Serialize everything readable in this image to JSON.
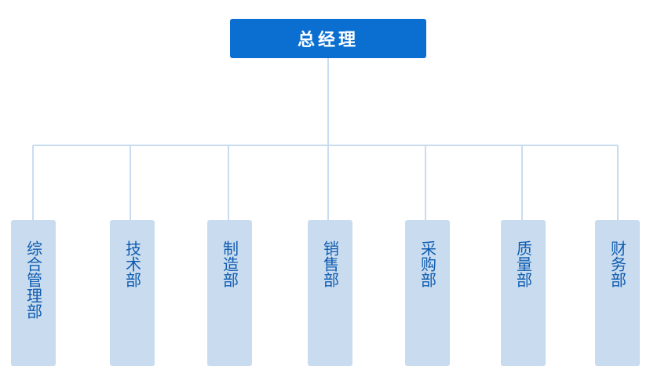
{
  "chart": {
    "top": {
      "label": "总经理"
    },
    "departments": [
      {
        "label": "综合管理部"
      },
      {
        "label": "技术部"
      },
      {
        "label": "制造部"
      },
      {
        "label": "销售部"
      },
      {
        "label": "采购部"
      },
      {
        "label": "质量部"
      },
      {
        "label": "财务部"
      }
    ]
  },
  "colors": {
    "top_box": "#0a6fd0",
    "dept_box": "#c9dcef",
    "dept_text": "#0e5bb0",
    "connector": "#c9dcef"
  }
}
